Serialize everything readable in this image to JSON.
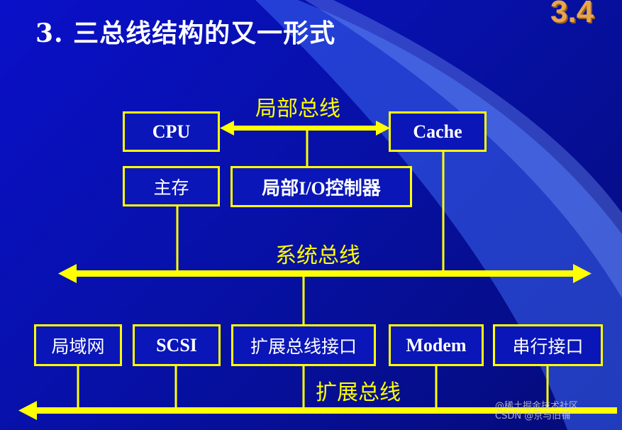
{
  "title": "3. 三总线结构的又一形式",
  "slide_number": "3.4",
  "colors": {
    "background": "#0711a8",
    "bus": "#ffff00",
    "box_border": "#ffff00",
    "text": "#ffffff",
    "slide_number": "#e7a54d"
  },
  "buses": {
    "local": "局部总线",
    "system": "系统总线",
    "expansion": "扩展总线"
  },
  "boxes": {
    "cpu": "CPU",
    "cache": "Cache",
    "main_memory": "主存",
    "local_io_controller": "局部I/O控制器",
    "lan": "局域网",
    "scsi": "SCSI",
    "expansion_bus_interface": "扩展总线接口",
    "modem": "Modem",
    "serial_interface": "串行接口"
  },
  "watermark": {
    "line1": "@稀土掘金技术社区",
    "line2": "CSDN @京与旧铺"
  }
}
